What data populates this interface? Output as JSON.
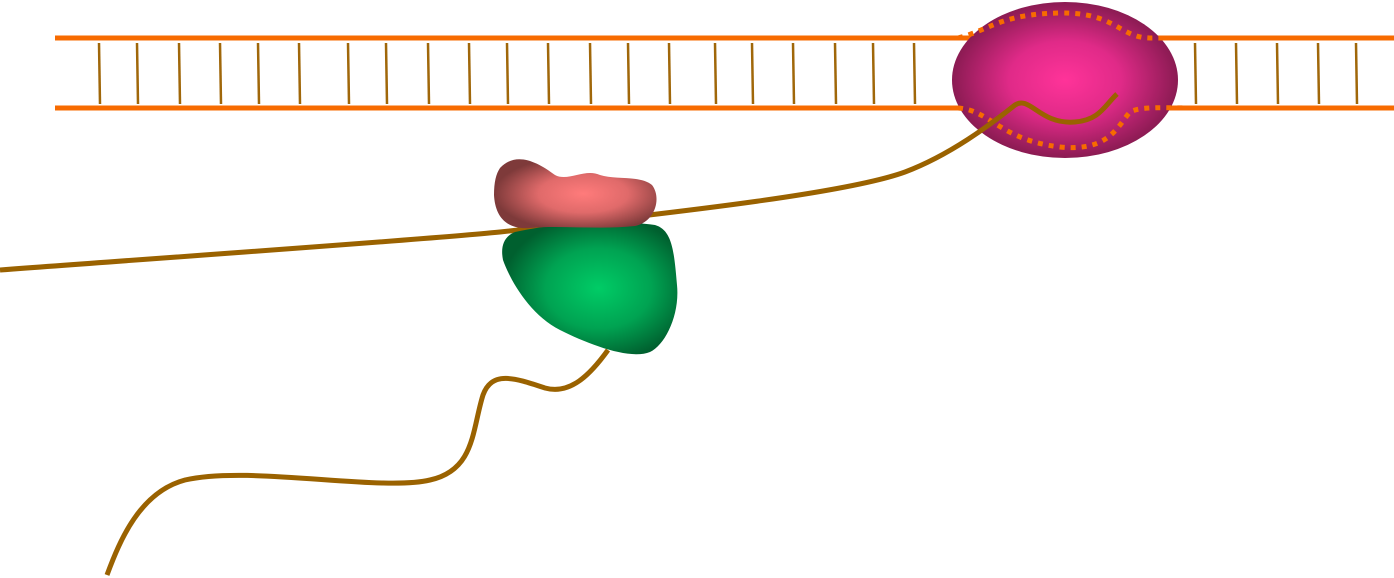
{
  "colors": {
    "dna_backbone": "#f76b00",
    "dna_rungs": "#a0670a",
    "rna_strand": "#9a6200",
    "polymerase_center": "#ff3399",
    "polymerase_edge": "#7a1848",
    "ribosome_small_center": "#ff7b7b",
    "ribosome_small_edge": "#7e3a3a",
    "ribosome_large_center": "#00cc66",
    "ribosome_large_edge": "#00602f"
  },
  "icons": [
    "dna-double-helix",
    "rna-polymerase",
    "ribosome-small-subunit",
    "ribosome-large-subunit",
    "mrna-strand",
    "polypeptide-chain"
  ]
}
